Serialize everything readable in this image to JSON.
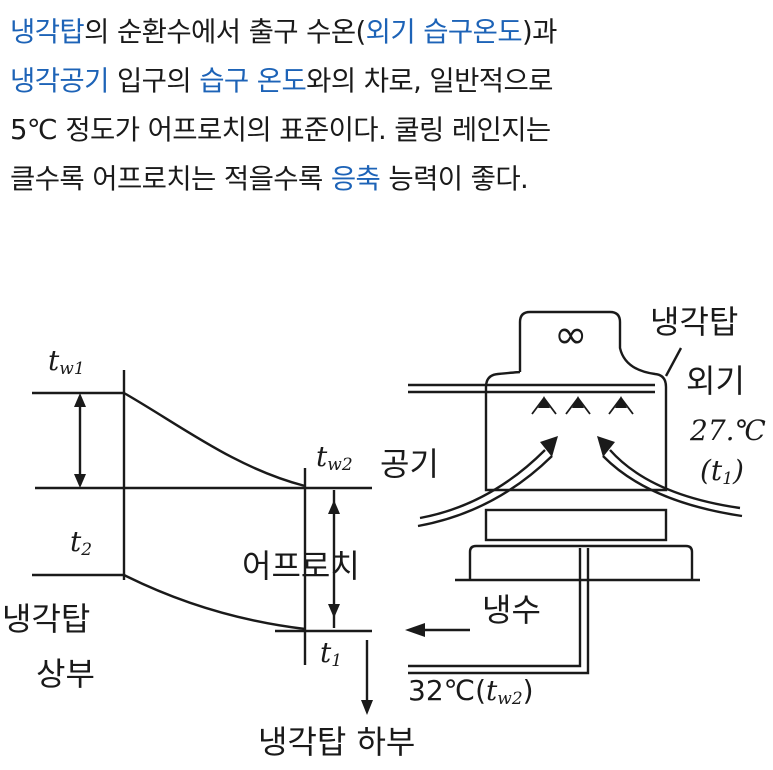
{
  "paragraph": {
    "lines": [
      [
        {
          "t": "냉각탑",
          "kw": true
        },
        {
          "t": "의 순환수에서 출구 수온(",
          "kw": false
        },
        {
          "t": "외기 습구온도",
          "kw": true
        },
        {
          "t": ")과",
          "kw": false
        }
      ],
      [
        {
          "t": "냉각공기",
          "kw": true
        },
        {
          "t": " 입구의 ",
          "kw": false
        },
        {
          "t": "습구 온도",
          "kw": true
        },
        {
          "t": "와의 차로, 일반적으로",
          "kw": false
        }
      ],
      [
        {
          "t": "5℃ 정도가 어프로치의 표준이다. 쿨링 레인지는",
          "kw": false
        }
      ],
      [
        {
          "t": "클수록 어프로치는 적을수록 ",
          "kw": false
        },
        {
          "t": "응축",
          "kw": true
        },
        {
          "t": " 능력이 좋다.",
          "kw": false
        }
      ]
    ],
    "keyword_color": "#1d63b7"
  },
  "figure": {
    "left": {
      "tw1": "t",
      "tw1_sub": "w1",
      "tw2": "t",
      "tw2_sub": "w2",
      "gonggi": "공기",
      "t2": "t",
      "t2_sub": "2",
      "approach": "어프로치",
      "top_label_line1": "냉각탑",
      "top_label_line2": "상부",
      "t1": "t",
      "t1_sub": "1",
      "bottom_label": "냉각탑 하부"
    },
    "right": {
      "fan_symbol": "∞",
      "tower_label": "냉각탑",
      "ambient_label": "외기",
      "ambient_temp": "27.℃",
      "ambient_t1": "(t",
      "ambient_t1_sub": "1",
      "ambient_t1_close": ")",
      "cold_water_label": "냉수",
      "water_temp": "32℃",
      "water_temp_paren_open": "(",
      "water_temp_t": "t",
      "water_temp_sub": "w2",
      "water_temp_paren_close": ")"
    }
  }
}
